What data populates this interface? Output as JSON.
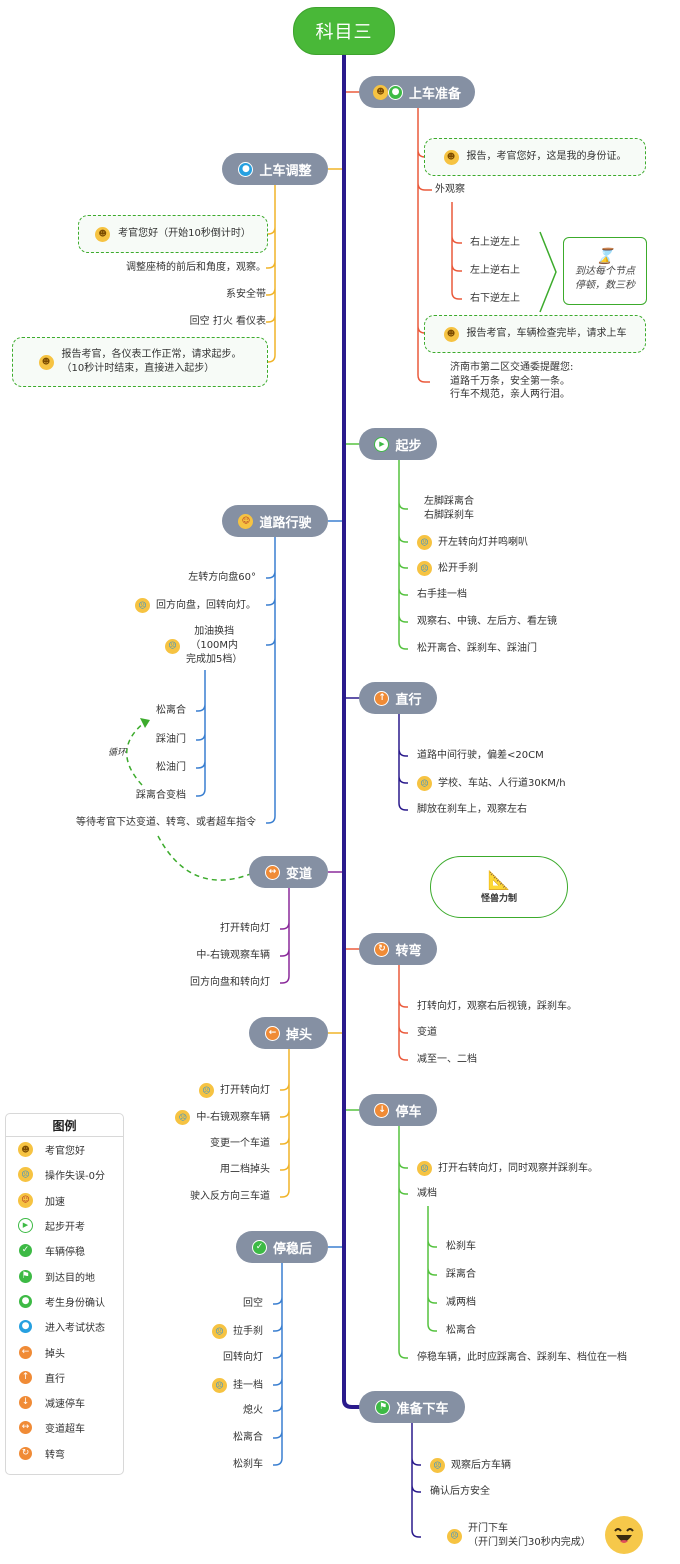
{
  "root": {
    "label": "科目三",
    "color": "#49b838"
  },
  "colors": {
    "trunk": "#2a1a8c",
    "topic_bg": "#8590a3",
    "note_border": "#3cab2c"
  },
  "topics": {
    "boarding_prep": {
      "label": "上车准备",
      "icons": [
        "smile-face",
        "person-green"
      ],
      "line_color": "#ea5a3c",
      "items": [
        {
          "text": "报告，考官您好，这是我的身份证。",
          "icon": "smile-face",
          "boxed": true
        },
        {
          "text": "外观察",
          "children": [
            "右上逆左上",
            "左上逆右上",
            "右下逆左上"
          ]
        },
        {
          "text": "报告考官，车辆检查完毕，请求上车",
          "icon": "smile-face",
          "boxed": true
        },
        {
          "text": "济南市第二区交通委提醒您:\n道路千万条，安全第一条。\n行车不规范，亲人两行泪。"
        }
      ],
      "callout": {
        "icon": "hourglass",
        "text": "到达每个节点\n停顿，数三秒"
      }
    },
    "cabin_adjust": {
      "label": "上车调整",
      "icon": "person-blue",
      "line_color": "#f0b429",
      "items": [
        {
          "text": "考官您好（开始10秒倒计时）",
          "icon": "smile-face",
          "boxed": true
        },
        {
          "text": "调整座椅的前后和角度，观察。"
        },
        {
          "text": "系安全带"
        },
        {
          "text": "回空 打火 看仪表"
        },
        {
          "text": "报告考官，各仪表工作正常，请求起步。\n（10秒计时结束，直接进入起步）",
          "icon": "smile-face",
          "boxed": true
        }
      ]
    },
    "start": {
      "label": "起步",
      "icon": "play",
      "line_color": "#55c23f",
      "items": [
        {
          "text": "左脚踩离合\n右脚踩刹车"
        },
        {
          "text": "开左转向灯并鸣喇叭",
          "icon": "cry-face"
        },
        {
          "text": "松开手刹",
          "icon": "cry-face"
        },
        {
          "text": "右手挂一档"
        },
        {
          "text": "观察右、中镜、左后方、看左镜"
        },
        {
          "text": "松开离合、踩刹车、踩油门"
        }
      ]
    },
    "road_driving": {
      "label": "道路行驶",
      "icon": "wow-face",
      "line_color": "#3a7fd0",
      "items": [
        {
          "text": "左转方向盘60°"
        },
        {
          "text": "回方向盘，回转向灯。",
          "icon": "cry-face"
        },
        {
          "text": "加油换挡\n（100M内\n完成加5档）",
          "icon": "cry-face",
          "children": [
            "松离合",
            "踩油门",
            "松油门",
            "踩离合变档"
          ]
        },
        {
          "text": "等待考官下达变道、转弯、或者超车指令"
        }
      ],
      "loop_label": "循环"
    },
    "straight": {
      "label": "直行",
      "icon": "arrow-up",
      "line_color": "#2a1a8c",
      "items": [
        {
          "text": "道路中间行驶，偏差<20CM"
        },
        {
          "text": "学校、车站、人行道30KM/h",
          "icon": "cry-face"
        },
        {
          "text": "脚放在刹车上，观察左右"
        }
      ]
    },
    "lane_change": {
      "label": "变道",
      "icon": "arrows-both",
      "line_color": "#8a2a9a",
      "items": [
        {
          "text": "打开转向灯"
        },
        {
          "text": "中-右镜观察车辆"
        },
        {
          "text": "回方向盘和转向灯"
        }
      ]
    },
    "turn": {
      "label": "转弯",
      "icon": "turn",
      "line_color": "#ea5a3c",
      "items": [
        {
          "text": "打转向灯，观察右后视镜，踩刹车。"
        },
        {
          "text": "变道"
        },
        {
          "text": "减至一、二档"
        }
      ]
    },
    "u_turn": {
      "label": "掉头",
      "icon": "arrow-left",
      "line_color": "#f0b429",
      "items": [
        {
          "text": "打开转向灯",
          "icon": "cry-face"
        },
        {
          "text": "中-右镜观察车辆",
          "icon": "cry-face"
        },
        {
          "text": "变更一个车道"
        },
        {
          "text": "用二档掉头"
        },
        {
          "text": "驶入反方向三车道"
        }
      ]
    },
    "stop": {
      "label": "停车",
      "icon": "arrow-down",
      "line_color": "#55c23f",
      "items": [
        {
          "text": "打开右转向灯，同时观察并踩刹车。",
          "icon": "cry-face"
        },
        {
          "text": "减档",
          "children": [
            "松刹车",
            "踩离合",
            "减两档",
            "松离合"
          ]
        },
        {
          "text": "停稳车辆，此时应踩离合、踩刹车、档位在一档"
        }
      ]
    },
    "after_stop": {
      "label": "停稳后",
      "icon": "check",
      "line_color": "#3a7fd0",
      "items": [
        {
          "text": "回空"
        },
        {
          "text": "拉手刹",
          "icon": "cry-face"
        },
        {
          "text": "回转向灯"
        },
        {
          "text": "挂一档",
          "icon": "cry-face"
        },
        {
          "text": "熄火"
        },
        {
          "text": "松离合"
        },
        {
          "text": "松刹车"
        }
      ]
    },
    "exit": {
      "label": "准备下车",
      "icon": "flag",
      "line_color": "#2a1a8c",
      "items": [
        {
          "text": "观察后方车辆",
          "icon": "cry-face"
        },
        {
          "text": "确认后方安全"
        },
        {
          "text": "开门下车\n（开门到关门30秒内完成）",
          "icon": "cry-face"
        }
      ]
    }
  },
  "brand": {
    "icon": "set-square",
    "text": "怪兽力制"
  },
  "legend": {
    "title": "图例",
    "items": [
      {
        "icon": "smile-face",
        "label": "考官您好"
      },
      {
        "icon": "cry-face",
        "label": "操作失误-0分"
      },
      {
        "icon": "wow-face",
        "label": "加速"
      },
      {
        "icon": "play",
        "label": "起步开考"
      },
      {
        "icon": "check",
        "label": "车辆停稳"
      },
      {
        "icon": "flag",
        "label": "到达目的地"
      },
      {
        "icon": "person-green",
        "label": "考生身份确认"
      },
      {
        "icon": "person-blue",
        "label": "进入考试状态"
      },
      {
        "icon": "arrow-left",
        "label": "掉头"
      },
      {
        "icon": "arrow-up",
        "label": "直行"
      },
      {
        "icon": "arrow-down",
        "label": "减速停车"
      },
      {
        "icon": "arrows-both",
        "label": "变道超车"
      },
      {
        "icon": "turn",
        "label": "转弯"
      }
    ]
  },
  "decoration": {
    "icon": "big-smile-emoji"
  }
}
